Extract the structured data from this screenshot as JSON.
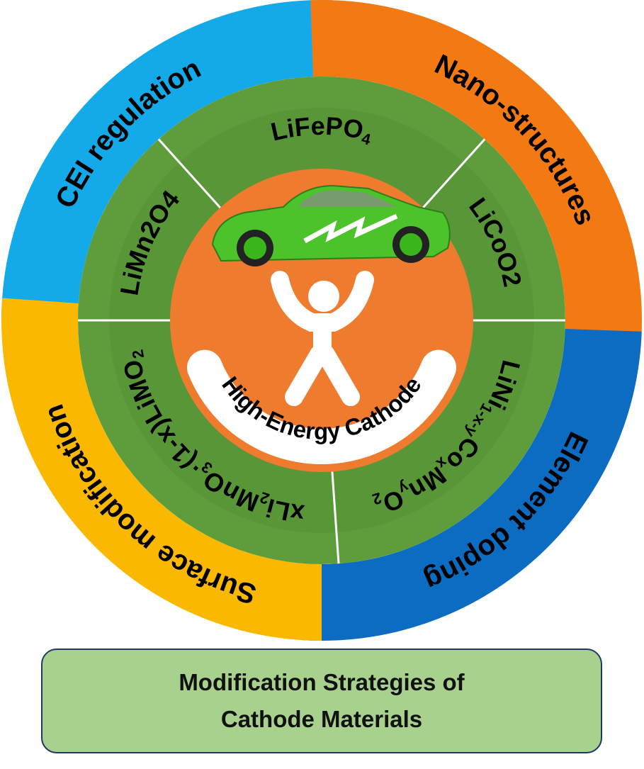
{
  "colors": {
    "cei": "#14aae9",
    "nano": "#f37a13",
    "doping": "#0b6cc1",
    "surface": "#fbb800",
    "green_ring": "#5f9d3c",
    "center": "#ee7b2e",
    "car": "#49c02a",
    "box_fill": "#a9d18e",
    "box_border": "#1f3864"
  },
  "strategies": [
    {
      "key": "cei",
      "label": "CEI regulation"
    },
    {
      "key": "nano",
      "label": "Nano-structures"
    },
    {
      "key": "doping",
      "label": "Element doping"
    },
    {
      "key": "surface",
      "label": "Surface modification"
    }
  ],
  "materials": [
    {
      "label": "LiFePO4",
      "segments": [
        {
          "t": "LiFePO"
        },
        {
          "t": "4",
          "sub": true
        }
      ]
    },
    {
      "label": "LiCoO2",
      "segments": [
        {
          "t": "LiCoO"
        },
        {
          "t": "2",
          "sub": true
        }
      ]
    },
    {
      "label": "LiNi1-x-yCoxMnyO2",
      "segments": [
        {
          "t": "LiNi"
        },
        {
          "t": "1-x-y",
          "sub": true
        },
        {
          "t": "Co"
        },
        {
          "t": "x",
          "sub": true
        },
        {
          "t": "Mn"
        },
        {
          "t": "y",
          "sub": true
        },
        {
          "t": "O"
        },
        {
          "t": "2",
          "sub": true
        }
      ]
    },
    {
      "label": "xLi2MnO3·(1-x)LiMO2",
      "segments": [
        {
          "t": "xLi"
        },
        {
          "t": "2",
          "sub": true
        },
        {
          "t": "MnO"
        },
        {
          "t": "3",
          "sub": true
        },
        {
          "t": "·(1-x)LiMO"
        },
        {
          "t": "2",
          "sub": true
        }
      ]
    },
    {
      "label": "LiMn2O4",
      "segments": [
        {
          "t": "LiMn"
        },
        {
          "t": "2",
          "sub": true
        },
        {
          "t": "O"
        },
        {
          "t": "4",
          "sub": true
        }
      ]
    }
  ],
  "center": {
    "label": "High-Energy Cathode"
  },
  "caption": {
    "line1": "Modification Strategies of",
    "line2": "Cathode Materials"
  }
}
